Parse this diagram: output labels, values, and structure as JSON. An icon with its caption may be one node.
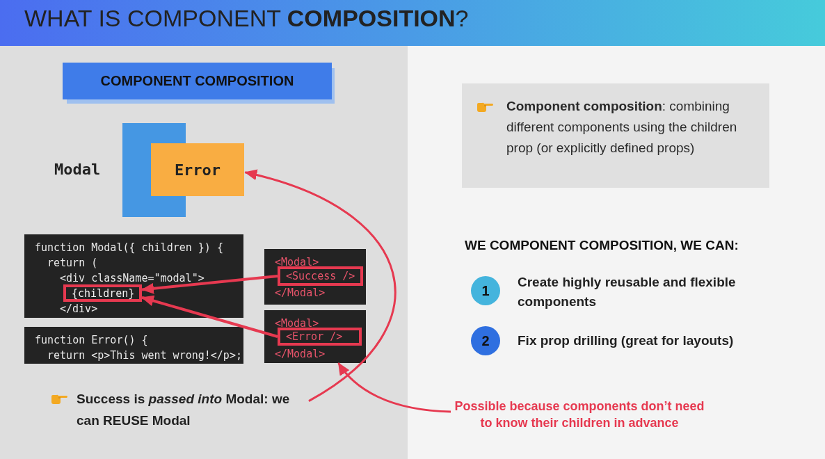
{
  "diagram": {
    "title": "WHAT IS COMPONENT **COMPOSITION**?",
    "nodes": [
      {
        "text": [
          "COMPONENT COMPOSITION"
        ]
      },
      {
        "text": [],
        "shape": "box",
        "beside": [
          "Modal"
        ]
      },
      {
        "text": [
          "Error"
        ]
      },
      {
        "text": [
          "function Modal({ children }) {",
          "return (",
          "<div className=\"modal\">",
          "</div>"
        ]
      },
      {
        "text": [
          "{children}"
        ],
        "in": 3
      },
      {
        "text": [
          "function Error() {",
          "return <p>This went wrong!</p>;"
        ]
      },
      {
        "text": [
          "<Modal>",
          "</Modal>"
        ]
      },
      {
        "text": [
          "<Success />"
        ],
        "in": 6
      },
      {
        "text": [
          "<Modal>",
          "</Modal>"
        ]
      },
      {
        "text": [
          "<Error />"
        ],
        "in": 8
      },
      {
        "text": [
          "Success is *passed into* Modal: we can REUSE Modal"
        ]
      },
      {
        "text": [
          "Possible because components don’t need to know their children in advance"
        ]
      },
      {
        "text": [
          "**Component composition**: combining different components using the children prop (or explicitly defined props)"
        ]
      },
      {
        "text": [
          "1"
        ],
        "beside": [
          "Create highly reusable and flexible components"
        ]
      },
      {
        "text": [
          "2"
        ],
        "beside": [
          "Fix prop drilling (great for layouts)"
        ]
      }
    ],
    "edges": [
      {
        "from": 7,
        "to": 4,
        "arrow": "to"
      },
      {
        "from": 9,
        "to": 4,
        "arrow": "to"
      },
      {
        "from": 10,
        "to": 2,
        "arrow": "to"
      },
      {
        "from": 11,
        "to": 8,
        "arrow": "to"
      }
    ],
    "labels": [
      "WE COMPONENT COMPOSITION, WE CAN:"
    ]
  }
}
